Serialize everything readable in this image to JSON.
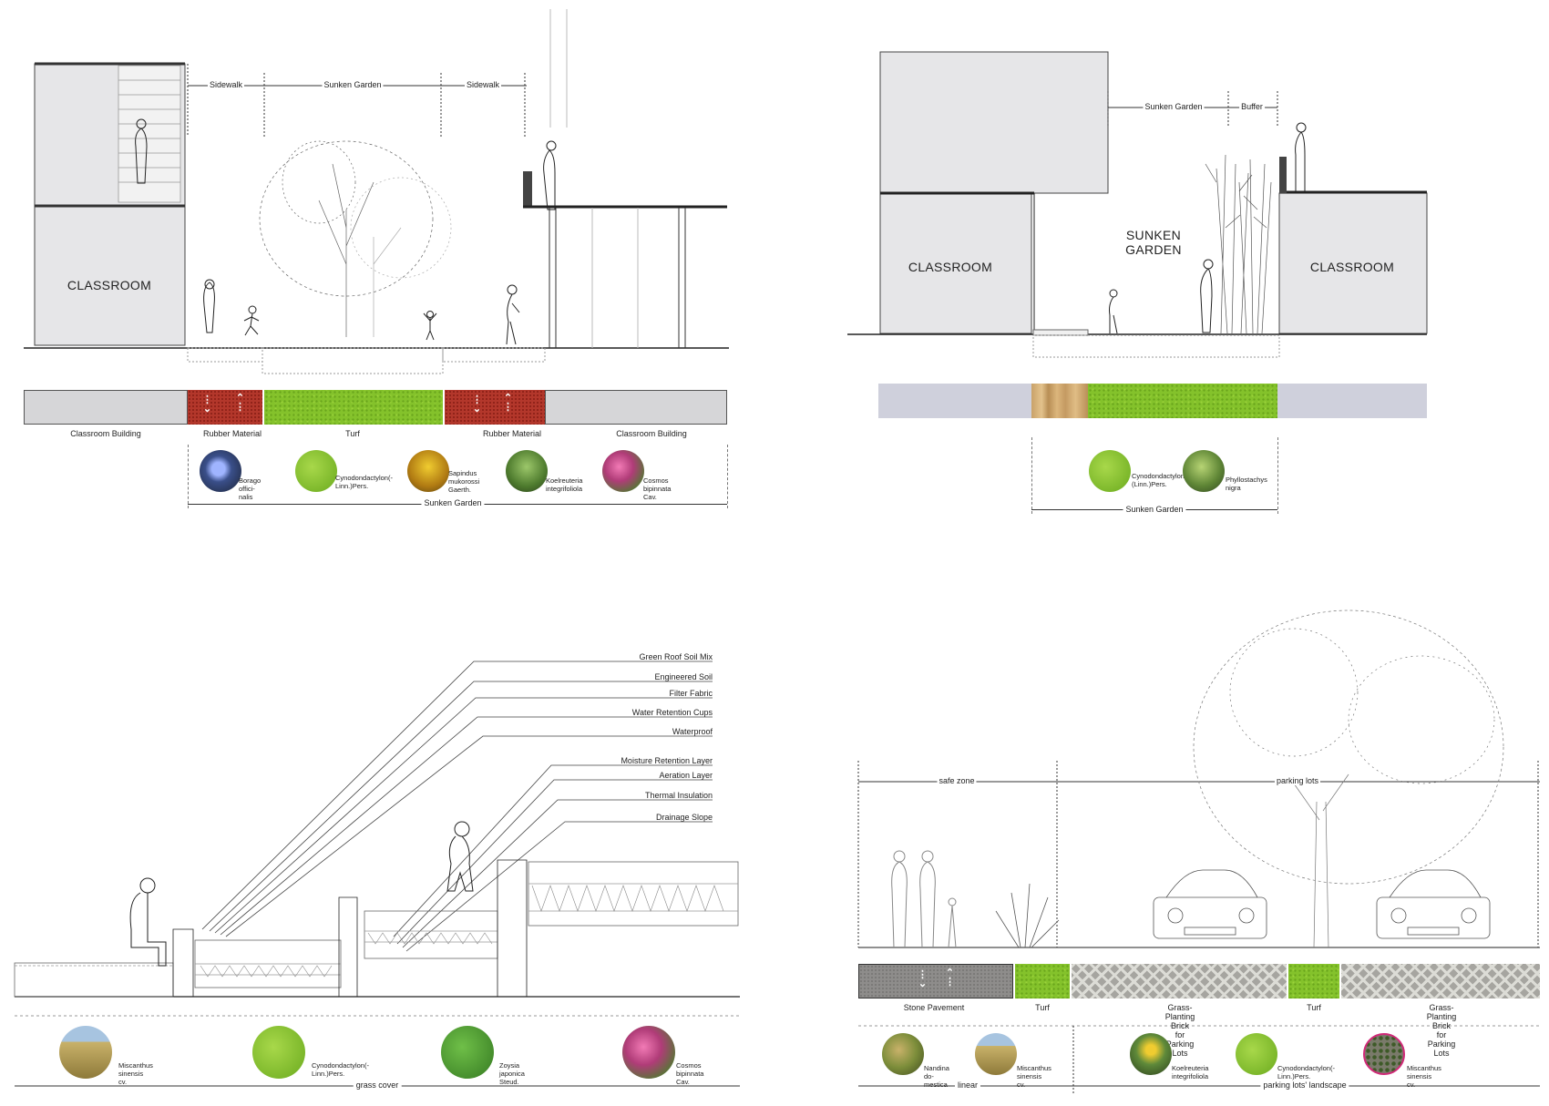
{
  "panel_tl": {
    "dims": [
      "Sidewalk",
      "Sunken Garden",
      "Sidewalk"
    ],
    "room": "CLASSROOM",
    "materials": [
      "Classroom Building",
      "Rubber Material",
      "Turf",
      "Rubber Material",
      "Classroom Building"
    ],
    "plants": [
      {
        "name": "Borago offici-\nnalis",
        "color": "#2b3e6e"
      },
      {
        "name": "Cynodondactylon(-\nLinn.)Pers.",
        "color": "#7fbf2a"
      },
      {
        "name": "Sapindus\nmukorossi\nGaerth.",
        "color": "#d9a51f"
      },
      {
        "name": "Koelreuteria\nintegrifoliola",
        "color": "#5f8a3a"
      },
      {
        "name": "Cosmos bipinnata\nCav.",
        "color": "#c24a86"
      }
    ],
    "extent": "Sunken Garden"
  },
  "panel_tr": {
    "dims": [
      "Sunken Garden",
      "Buffer"
    ],
    "left_room": "CLASSROOM",
    "center": [
      "SUNKEN",
      "GARDEN"
    ],
    "right_room": "CLASSROOM",
    "plants": [
      {
        "name": "Cynodondactylon\n(Linn.)Pers.",
        "color": "#7fbf2a"
      },
      {
        "name": "Phyllostachys\nnigra",
        "color": "#6d8d3f"
      }
    ],
    "extent": "Sunken Garden"
  },
  "panel_bl": {
    "layers": [
      "Green Roof Soil Mix",
      "Engineered Soil",
      "Filter Fabric",
      "Water Retention Cups",
      "Waterproof",
      "Moisture Retention Layer",
      "Aeration Layer",
      "Thermal Insulation",
      "Drainage Slope"
    ],
    "plants": [
      {
        "name": "Miscanthus\nsinensis cv.",
        "color": "#b5a25a"
      },
      {
        "name": "Cynodondactylon(-\nLinn.)Pers.",
        "color": "#7fbf2a"
      },
      {
        "name": "Zoysia japonica\nSteud.",
        "color": "#4e9a35"
      },
      {
        "name": "Cosmos bipinnata\nCav.",
        "color": "#c24a86"
      }
    ],
    "extent": "grass cover"
  },
  "panel_br": {
    "dims": [
      "safe zone",
      "parking lots"
    ],
    "materials": [
      "Stone Pavement",
      "Turf",
      "Grass-Planting Brick\nfor Parking Lots",
      "Turf",
      "Grass-Planting Brick\nfor Parking Lots"
    ],
    "plants": [
      {
        "name": "Nandina do-\nmestica",
        "color": "#7c8d3a"
      },
      {
        "name": "Miscanthus\nsinensis cv.",
        "color": "#b5a25a"
      },
      {
        "name": "Koelreuteria\nintegrifoliola",
        "color": "#5f8a3a"
      },
      {
        "name": "Cynodondactylon(-\nLinn.)Pers.",
        "color": "#7fbf2a"
      },
      {
        "name": "Miscanthus\nsinensis cv.",
        "color": "#7a7a6a"
      }
    ],
    "extents": [
      "linear",
      "parking lots' landscape"
    ]
  }
}
